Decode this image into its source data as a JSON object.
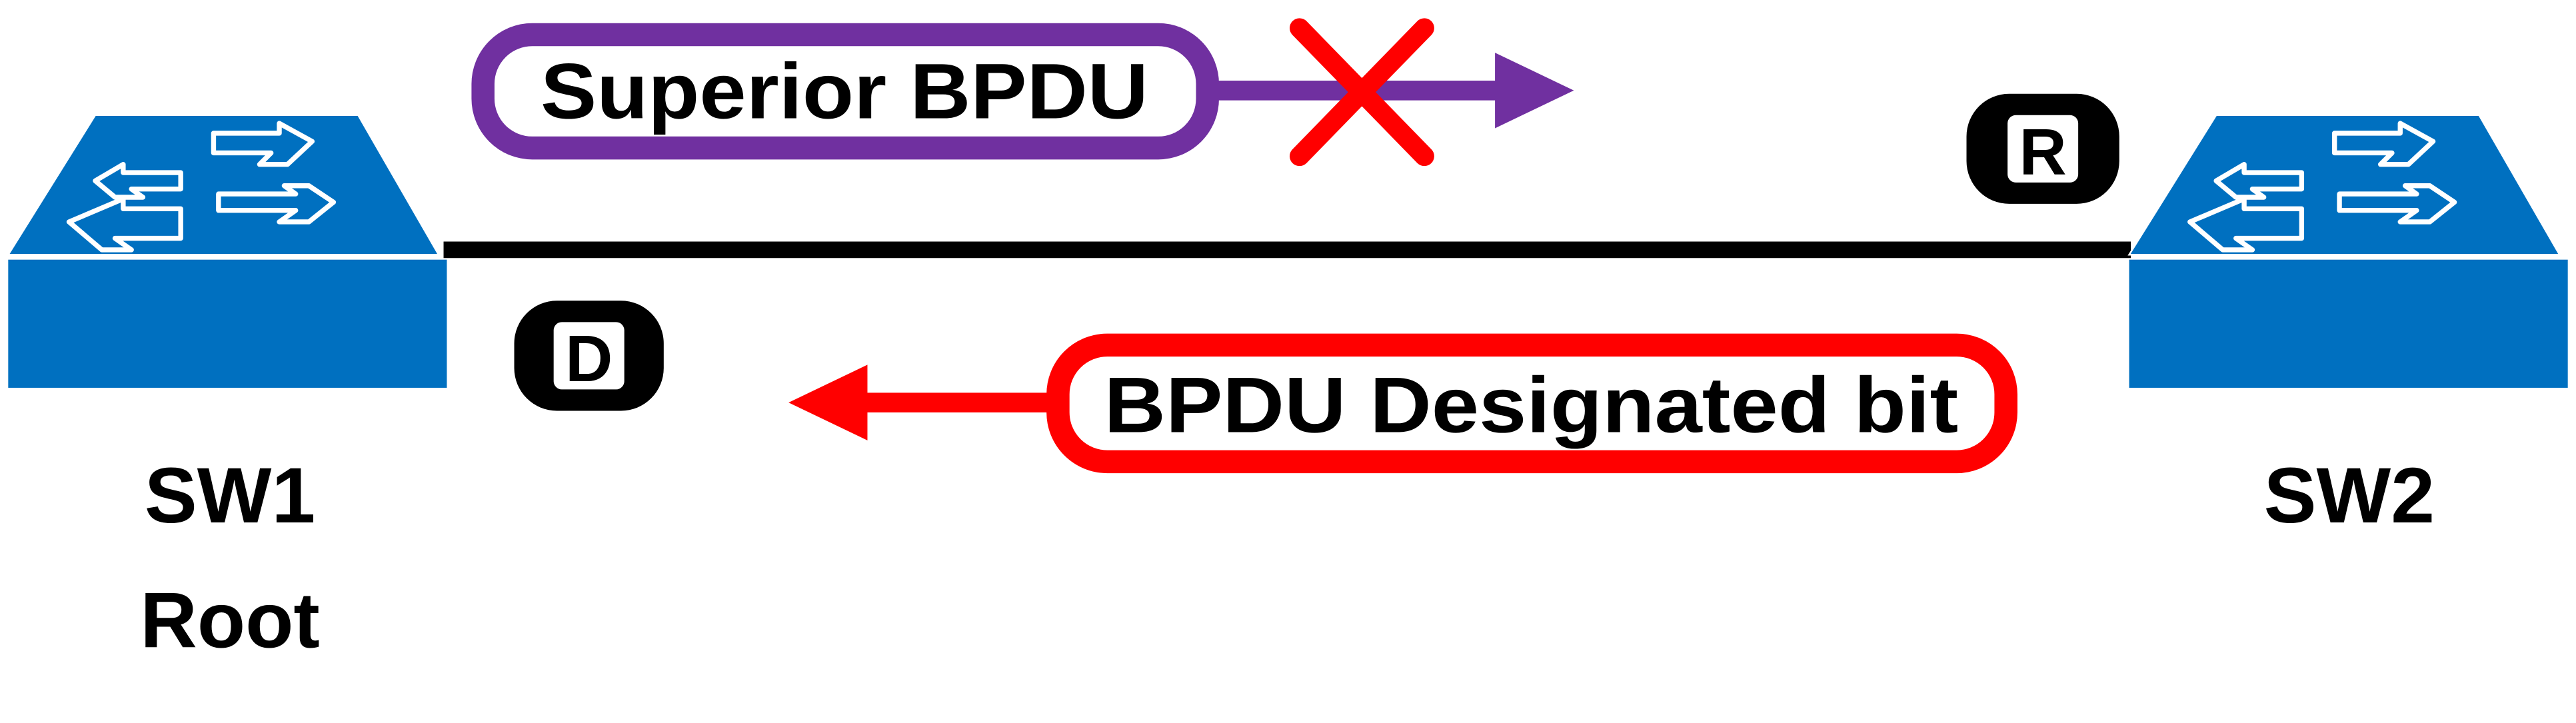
{
  "colors": {
    "switch": "#0070C0",
    "superior": "#7030A0",
    "designated": "#FF0000",
    "link": "#000000",
    "badge": "#000000"
  },
  "switches": [
    {
      "name": "SW1",
      "role": "Root"
    },
    {
      "name": "SW2",
      "role": ""
    }
  ],
  "ports": {
    "sw1_port": "D",
    "sw2_port": "R"
  },
  "messages": {
    "superior": "Superior BPDU",
    "designated": "BPDU Designated bit"
  },
  "icons": {
    "blocked": "x-icon",
    "switch": "switch-icon"
  }
}
